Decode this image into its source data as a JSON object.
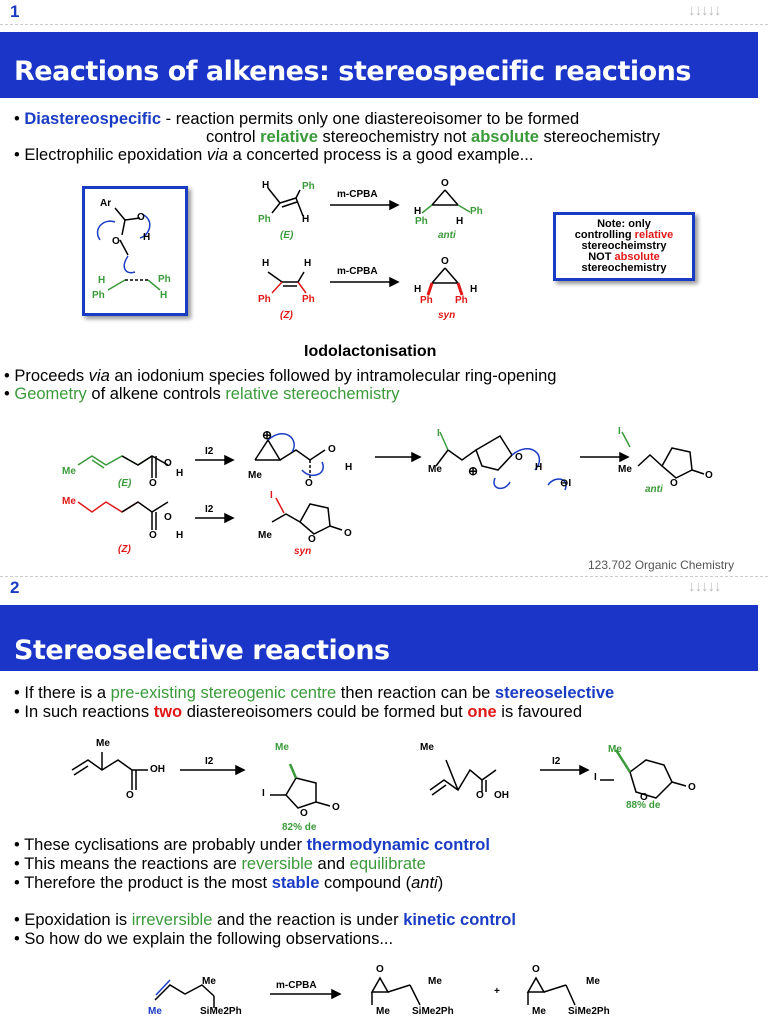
{
  "slide1": {
    "number": "1",
    "nav_arrows": "↓↓↓↓↓",
    "title": "Reactions of alkenes: stereospecific reactions",
    "bullet1": {
      "term": "Diastereospecific",
      "rest": " - reaction permits only one diastereoisomer to be formed"
    },
    "bullet1b": {
      "pre": "control ",
      "relative": "relative",
      "mid": " stereochemistry not ",
      "absolute": "absolute",
      "post": " stereochemistry"
    },
    "bullet2": {
      "pre": "Electrophilic epoxidation ",
      "via": "via",
      "post": " a concerted process is a good example..."
    },
    "mcpba": "m-CPBA",
    "label_E": "(E)",
    "label_Z": "(Z)",
    "label_anti": "anti",
    "label_syn": "syn",
    "atom_Ph": "Ph",
    "atom_H": "H",
    "atom_O": "O",
    "atom_Ar": "Ar",
    "atom_I": "I",
    "atom_Me": "Me",
    "reagent_I2": "I2",
    "minus_I": "⊖I",
    "plus": "⊕",
    "note": {
      "l1": "Note: only",
      "l2a": "controlling ",
      "l2b": "relative",
      "l3": "stereocheimstry",
      "l4a": "NOT ",
      "l4b": "absolute",
      "l5": "stereochemistry"
    },
    "section_title": "Iodolactonisation",
    "bullet3": {
      "pre": "Proceeds ",
      "via": "via",
      "post": " an iodonium species followed by intramolecular ring-opening"
    },
    "bullet4": {
      "geometry": "Geometry",
      "mid": " of alkene controls ",
      "relstereo": "relative stereochemistry"
    },
    "footer": "123.702 Organic Chemistry"
  },
  "slide2": {
    "number": "2",
    "nav_arrows": "↓↓↓↓↓",
    "title": "Stereoselective reactions",
    "bullet1": {
      "pre": "If there is a ",
      "green": "pre-existing stereogenic centre",
      "mid": " then reaction can be ",
      "blue": "stereoselective"
    },
    "bullet2": {
      "pre": "In such reactions ",
      "two": "two",
      "mid": " diastereoisomers could be formed but ",
      "one": "one",
      "post": " is favoured"
    },
    "de1": "82% de",
    "de2": "88% de",
    "atom_OH": "OH",
    "bullet3": {
      "pre": "These cyclisations are probably under ",
      "blue": "thermodynamic control"
    },
    "bullet4": {
      "pre": "This means the reactions are ",
      "g1": "reversible",
      "mid": " and ",
      "g2": "equilibrate"
    },
    "bullet5": {
      "pre": "Therefore the product is the most ",
      "blue": "stable",
      "mid": " compound (",
      "anti": "anti",
      "post": ")"
    },
    "bullet6": {
      "pre": "Epoxidation is ",
      "green": "irreversible",
      "mid": " and the reaction is under ",
      "blue": "kinetic control"
    },
    "bullet7": "So how do we explain the following observations...",
    "silyl": "SiMe2Ph",
    "plus_sign": "+"
  }
}
